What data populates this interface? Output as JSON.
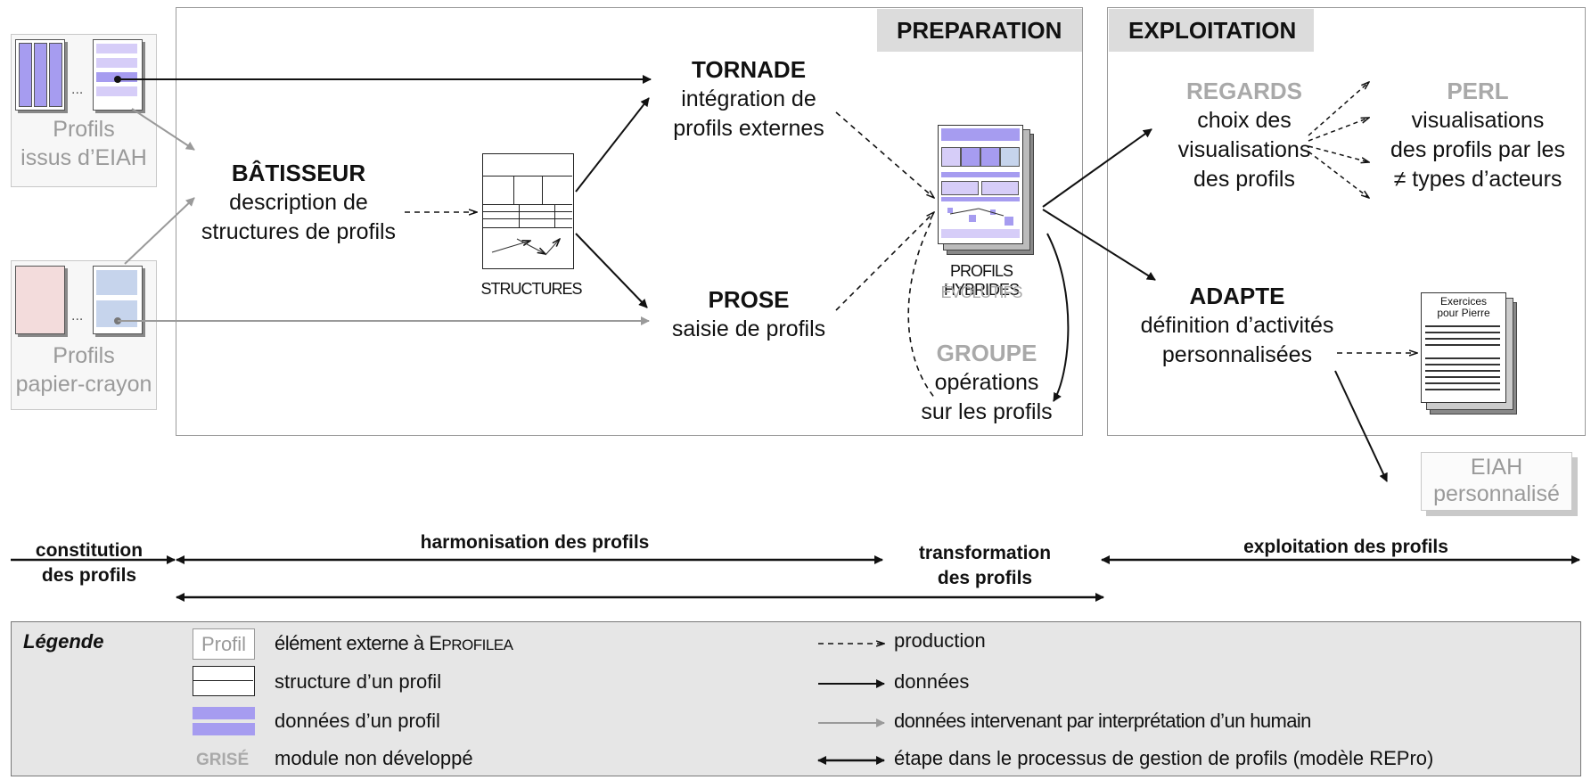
{
  "headers": {
    "preparation": "PREPARATION",
    "exploitation": "EXPLOITATION"
  },
  "external": {
    "eiah_line1": "Profils",
    "eiah_line2": "issus d’EIAH",
    "paper_line1": "Profils",
    "paper_line2": "papier-crayon",
    "dots": "..."
  },
  "modules": {
    "batisseur": {
      "name": "BÂTISSEUR",
      "line1": "description de",
      "line2": "structures de profils"
    },
    "tornade": {
      "name": "TORNADE",
      "line1": "intégration de",
      "line2": "profils externes"
    },
    "prose": {
      "name": "PROSE",
      "line1": "saisie de profils"
    },
    "groupe": {
      "name": "GROUPE",
      "line1": "opérations",
      "line2": "sur les profils"
    },
    "regards": {
      "name": "REGARDS",
      "line1": "choix des",
      "line2": "visualisations",
      "line3": "des profils"
    },
    "perl": {
      "name": "PERL",
      "line1": "visualisations",
      "line2": "des profils par les",
      "line3": "≠ types d’acteurs"
    },
    "adapte": {
      "name": "ADAPTE",
      "line1": "définition d’activités",
      "line2": "personnalisées"
    }
  },
  "structures_label": "STRUCTURES",
  "hybrides": {
    "line1": "PROFILS HYBRIDES",
    "line2": "ÉVOLUTIFS"
  },
  "exercices": {
    "line1": "Exercices",
    "line2": "pour Pierre"
  },
  "eiah_perso": {
    "line1": "EIAH",
    "line2": "personnalisé"
  },
  "phases": {
    "constitution_1": "constitution",
    "constitution_2": "des profils",
    "harmonisation": "harmonisation des profils",
    "transformation_1": "transformation",
    "transformation_2": "des profils",
    "exploitation": "exploitation des profils"
  },
  "legend": {
    "title": "Légende",
    "profil_box": "Profil",
    "externe": "élément externe à E",
    "externe_sc": "PROFILEA",
    "structure": "structure d’un profil",
    "donnees_profil": "données d’un profil",
    "grise_word": "GRISÉ",
    "grise": "module non développé",
    "production": "production",
    "donnees": "données",
    "humain": "données intervenant par interprétation d’un humain",
    "etape": "étape dans le processus de gestion de profils (modèle REPro)"
  },
  "colors": {
    "purple": "#a69cf0",
    "lightpurple": "#d6cdf8",
    "lightblue": "#c6d4ec",
    "pink": "#f3dcdc",
    "gray_module": "#a9a9a9",
    "header_bg": "#dcdcdc",
    "legend_bg": "#e6e6e6"
  }
}
